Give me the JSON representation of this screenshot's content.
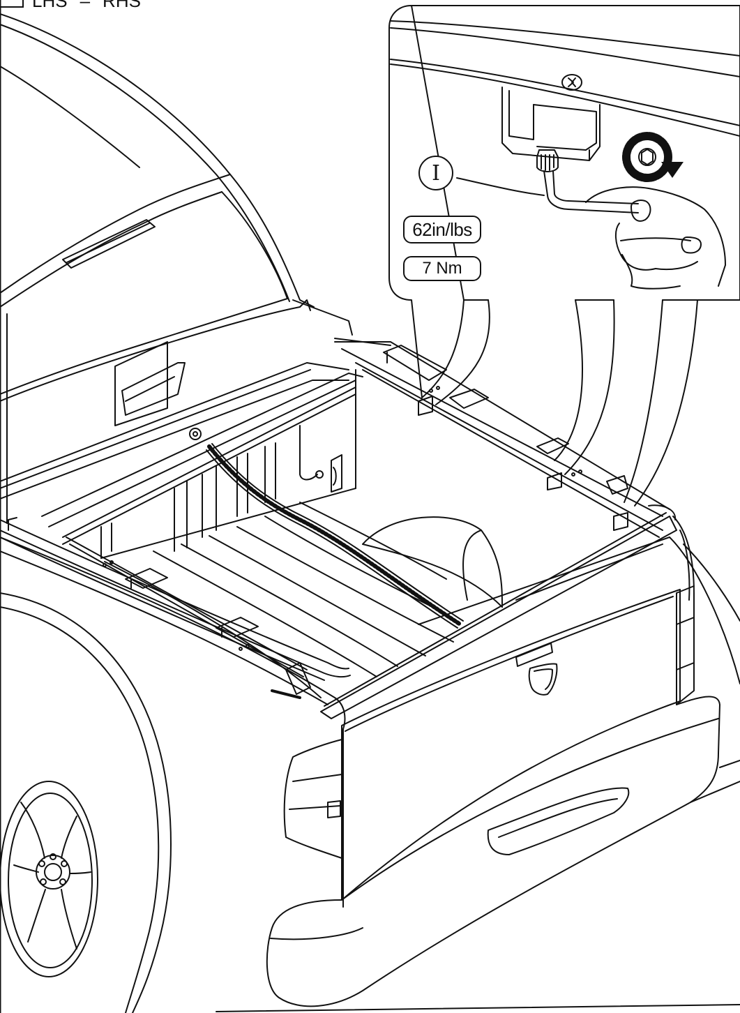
{
  "header": {
    "left_label": "LHS",
    "right_label": "RHS"
  },
  "callout": {
    "part_label": "I",
    "torque_imperial": "62in/lbs",
    "torque_metric": "7 Nm",
    "rotation_direction": "clockwise",
    "icons": [
      "screw-head-icon",
      "tighten-clockwise-icon",
      "hex-key-icon",
      "hand-icon"
    ]
  },
  "colors": {
    "line": "#111111",
    "background": "#ffffff"
  }
}
